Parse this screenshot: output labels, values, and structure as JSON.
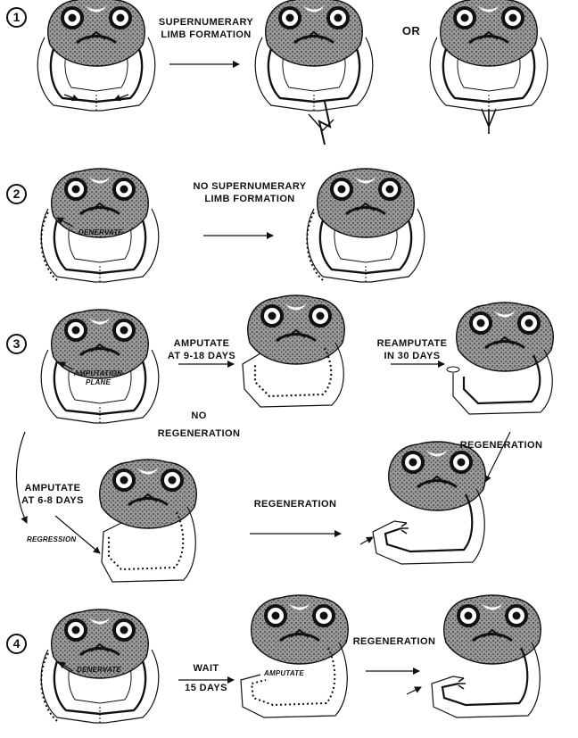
{
  "panels": [
    {
      "number": "1"
    },
    {
      "number": "2"
    },
    {
      "number": "3"
    },
    {
      "number": "4"
    }
  ],
  "labels": {
    "p1_step": [
      "SUPERNUMERARY",
      "LIMB FORMATION"
    ],
    "p1_or": "OR",
    "p2_step": [
      "NO SUPERNUMERARY",
      "LIMB FORMATION"
    ],
    "p2_denervate": "DENERVATE",
    "p3_amputation_plane": [
      "AMPUTATION",
      "PLANE"
    ],
    "p3_amputate_late": [
      "AMPUTATE",
      "AT 9-18 DAYS"
    ],
    "p3_no_regen": [
      "NO",
      "REGENERATION"
    ],
    "p3_reamputate": [
      "REAMPUTATE",
      "IN 30 DAYS"
    ],
    "p3_regen_right": "REGENERATION",
    "p3_amputate_early": [
      "AMPUTATE",
      "AT 6-8 DAYS"
    ],
    "p3_regression": "REGRESSION",
    "p3_regen_mid": "REGENERATION",
    "p4_denervate": "DENERVATE",
    "p4_wait": [
      "WAIT",
      "15 DAYS"
    ],
    "p4_amputate": "AMPUTATE",
    "p4_regen": "REGENERATION"
  },
  "colors": {
    "ink": "#111111",
    "skin": "#8a8a8a",
    "paper": "#ffffff"
  }
}
